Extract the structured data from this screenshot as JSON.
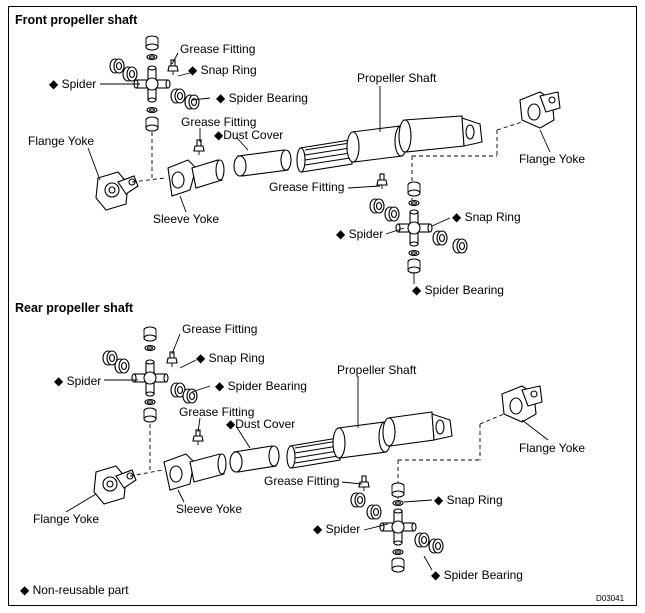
{
  "marker": "◆",
  "legend": {
    "text": "Non-reusable part"
  },
  "figure_code": "D03041",
  "front": {
    "title": "Front propeller shaft",
    "labels": {
      "grease_fitting_1": "Grease Fitting",
      "snap_ring_1": "Snap Ring",
      "spider_1": "Spider",
      "spider_bearing_1": "Spider Bearing",
      "propeller_shaft": "Propeller Shaft",
      "grease_fitting_2": "Grease Fitting",
      "dust_cover": "Dust Cover",
      "flange_yoke_left": "Flange Yoke",
      "flange_yoke_right": "Flange Yoke",
      "sleeve_yoke": "Sleeve Yoke",
      "grease_fitting_3": "Grease Fitting",
      "snap_ring_2": "Snap Ring",
      "spider_2": "Spider",
      "spider_bearing_2": "Spider Bearing"
    }
  },
  "rear": {
    "title": "Rear propeller shaft",
    "labels": {
      "grease_fitting_1": "Grease Fitting",
      "snap_ring_1": "Snap Ring",
      "spider_1": "Spider",
      "spider_bearing_1": "Spider Bearing",
      "propeller_shaft": "Propeller Shaft",
      "grease_fitting_2": "Grease Fitting",
      "dust_cover": "Dust Cover",
      "flange_yoke_left": "Flange Yoke",
      "flange_yoke_right": "Flange Yoke",
      "sleeve_yoke": "Sleeve Yoke",
      "grease_fitting_3": "Grease Fitting",
      "snap_ring_2": "Snap Ring",
      "spider_2": "Spider",
      "spider_bearing_2": "Spider Bearing"
    }
  }
}
